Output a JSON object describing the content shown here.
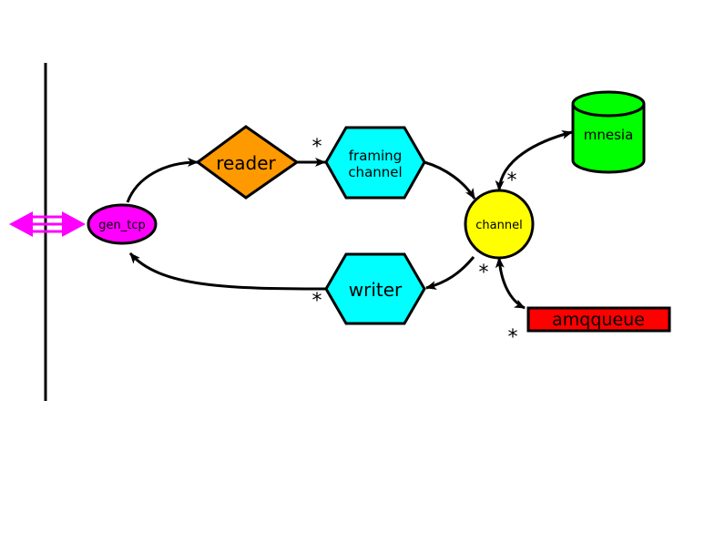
{
  "nodes": {
    "gen_tcp": {
      "label": "gen_tcp",
      "fill": "#ff00ff"
    },
    "reader": {
      "label": "reader",
      "fill": "#ff9900"
    },
    "framing": {
      "line1": "framing",
      "line2": "channel",
      "fill": "#00ffff"
    },
    "writer": {
      "label": "writer",
      "fill": "#00ffff"
    },
    "channel": {
      "label": "channel",
      "fill": "#ffff00"
    },
    "mnesia": {
      "label": "mnesia",
      "fill": "#00ff00"
    },
    "amqqueue": {
      "label": "amqqueue",
      "fill": "#ff0000"
    }
  },
  "multiplicity": {
    "framing_in": "*",
    "channel_mnesia": "*",
    "channel_writer": "*",
    "writer_out": "*",
    "amqqueue_in": "*"
  },
  "colors": {
    "stroke": "#000000",
    "boundary_arrow": "#ff00ff"
  }
}
